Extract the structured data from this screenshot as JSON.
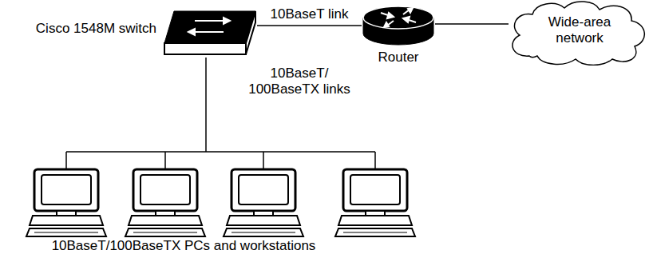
{
  "diagram": {
    "nodes": [
      {
        "text": [
          "Cisco 1548M switch"
        ]
      },
      {
        "text": [
          "Router"
        ]
      },
      {
        "text": [
          "Wide-area network"
        ]
      }
    ],
    "edges": [
      {
        "from": 0,
        "to": 1,
        "arrow": "none",
        "label": "10BaseT link"
      },
      {
        "from": 1,
        "to": 2,
        "arrow": "none"
      }
    ],
    "labels": [
      "10BaseT/ 100BaseTX links",
      "10BaseT/100BaseTX PCs and workstations"
    ]
  }
}
